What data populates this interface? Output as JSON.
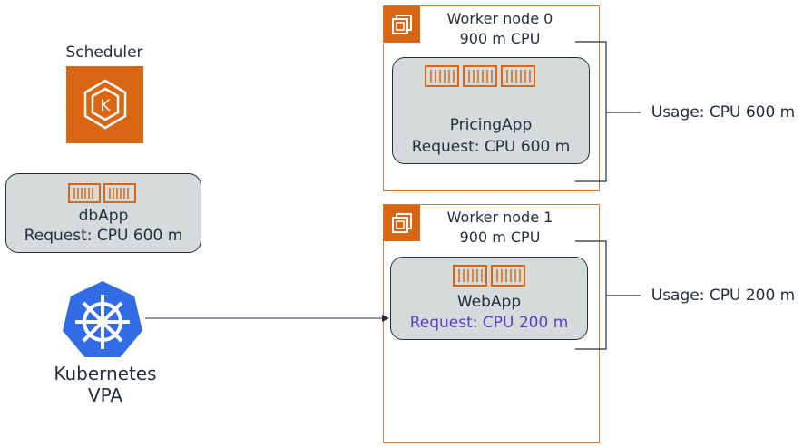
{
  "scheduler": {
    "label": "Scheduler"
  },
  "db_pod": {
    "name": "dbApp",
    "request": "Request: CPU 600 m"
  },
  "vpa": {
    "line1": "Kubernetes",
    "line2": "VPA"
  },
  "node0": {
    "title": "Worker node 0",
    "capacity": "900 m CPU",
    "pod_name": "PricingApp",
    "pod_request": "Request: CPU 600 m",
    "usage": "Usage: CPU 600 m"
  },
  "node1": {
    "title": "Worker node 1",
    "capacity": "900 m CPU",
    "pod_name": "WebApp",
    "pod_request": "Request: CPU 200 m",
    "usage": "Usage: CPU 200 m"
  },
  "colors": {
    "aws_orange": "#d86613",
    "node_border": "#d9782b",
    "pod_fill": "#d5dbdb",
    "k8s_blue": "#326ce5",
    "highlight_purple": "#5a3fc0",
    "text": "#232f3e"
  },
  "icons": [
    "kubernetes-scheduler-icon",
    "container-icon",
    "ec2-instance-icon",
    "kubernetes-helm-wheel-icon"
  ]
}
